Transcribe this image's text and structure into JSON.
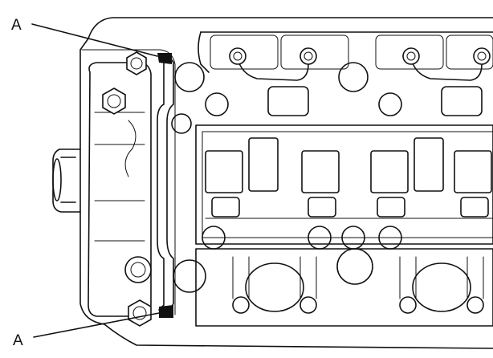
{
  "diagram": {
    "callouts": [
      {
        "id": "upper",
        "label": "A"
      },
      {
        "id": "lower",
        "label": "A"
      }
    ],
    "components": {
      "engine_head": "cylinder-head",
      "gasket": "head-cover-gasket",
      "sealant_points": [
        "upper-sealant-point",
        "lower-sealant-point"
      ]
    }
  }
}
